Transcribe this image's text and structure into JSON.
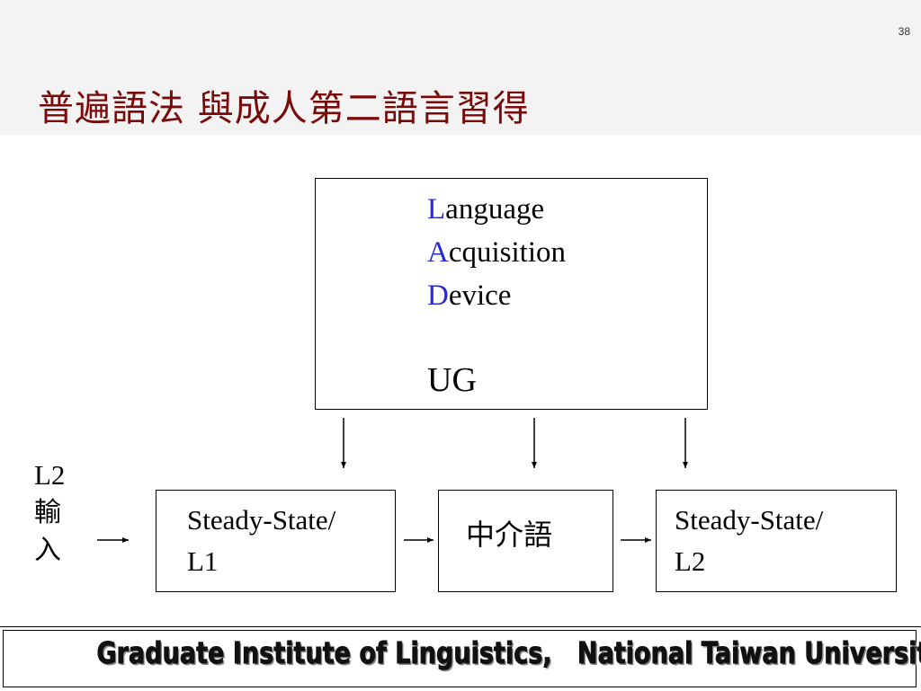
{
  "slide": {
    "page_number": "38",
    "title": "普遍語法 與成人第二語言習得"
  },
  "diagram": {
    "lad": {
      "line1_cap": "L",
      "line1_rest": "anguage",
      "line2_cap": "A",
      "line2_rest": "cquisition",
      "line3_cap": "D",
      "line3_rest": "evice",
      "ug": "UG"
    },
    "input_label": {
      "line1": "L2",
      "line2": "輸",
      "line3": "入"
    },
    "boxes": [
      {
        "line1": "Steady-State/",
        "line2": "L1"
      },
      {
        "line1": "中介語"
      },
      {
        "line1": "Steady-State/",
        "line2": "L2"
      }
    ]
  },
  "footer": {
    "text": "Graduate Institute of Linguistics,   National Taiwan University"
  }
}
